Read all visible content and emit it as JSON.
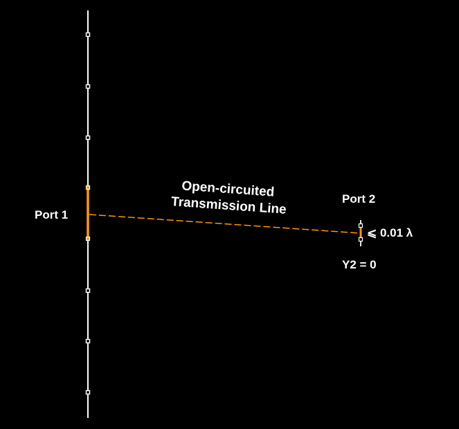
{
  "labels": {
    "port1": "Port 1",
    "port2": "Port 2",
    "line_title_1": "Open-circuited",
    "line_title_2": "Transmission Line",
    "length_note": "⩽ 0.01 λ",
    "y2": "Y2 = 0"
  },
  "colors": {
    "background": "#000000",
    "wire": "#ffffff",
    "accent": "#ff9900",
    "text": "#ffffff"
  }
}
